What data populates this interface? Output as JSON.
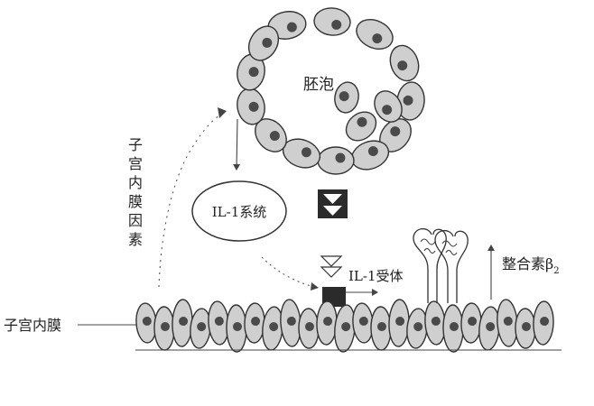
{
  "labels": {
    "blastocyst": "胚泡",
    "il1_system": "IL-1系统",
    "endometrial_factors_chars": [
      "子",
      "宫",
      "内",
      "膜",
      "因",
      "素"
    ],
    "endometrium": "子宫内膜",
    "il1_receptor": "IL-1受体",
    "integrin": "整合素β",
    "integrin_subscript": "2"
  }
}
